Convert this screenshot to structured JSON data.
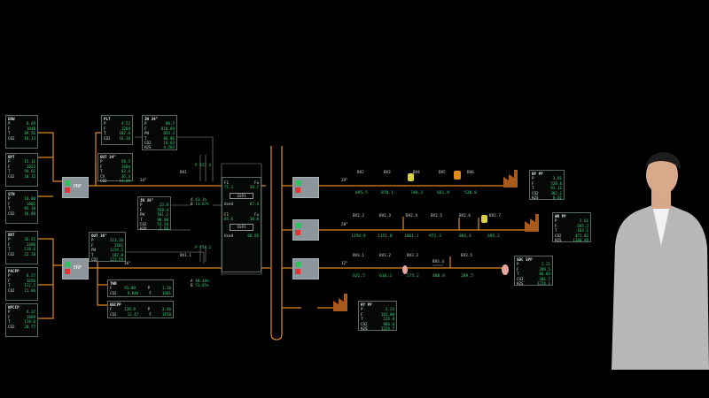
{
  "left_meters": [
    {
      "id": "ERW",
      "rows": [
        [
          "P",
          "8.69"
        ],
        [
          "F",
          "1048"
        ],
        [
          "T",
          "89.56"
        ],
        [
          "CO2",
          "18.13"
        ]
      ]
    },
    {
      "id": "BPT",
      "rows": [
        [
          "P",
          "15.11"
        ],
        [
          "F",
          "1022"
        ],
        [
          "T",
          "94.01"
        ],
        [
          "CO2",
          "18.12"
        ]
      ]
    },
    {
      "id": "STN",
      "rows": [
        [
          "P",
          "10.00"
        ],
        [
          "F",
          "1001"
        ],
        [
          "T",
          "85.10"
        ],
        [
          "CO2",
          "16.00"
        ]
      ]
    },
    {
      "id": "BRT",
      "rows": [
        [
          "P",
          "26.22"
        ],
        [
          "F",
          "1486"
        ],
        [
          "T",
          "118.6"
        ],
        [
          "CO2",
          "22.10"
        ]
      ]
    },
    {
      "id": "PACPP",
      "rows": [
        [
          "P",
          "8.37"
        ],
        [
          "F",
          "1656"
        ],
        [
          "T",
          "112.5"
        ],
        [
          "CO2",
          "21.06"
        ]
      ]
    },
    {
      "id": "NPCCP",
      "rows": [
        [
          "P",
          "8.37"
        ],
        [
          "F",
          "1689"
        ],
        [
          "T",
          "118.6"
        ],
        [
          "CO2",
          "20.77"
        ]
      ]
    }
  ],
  "pumps": {
    "top": "PRP",
    "bottom": "ERP"
  },
  "ptl": {
    "title": "PLT",
    "rows": [
      [
        "P",
        "4.52"
      ],
      [
        "F",
        "1204"
      ],
      [
        "T",
        "107.6"
      ],
      [
        "CO2",
        "16.36"
      ]
    ]
  },
  "in34a": {
    "title": "IN 34\"",
    "rows": [
      [
        "P",
        "80.5"
      ],
      [
        "F",
        "818.69"
      ],
      [
        "PH",
        "854.3"
      ],
      [
        "T",
        "86.86"
      ],
      [
        "CO2",
        "19.63"
      ],
      [
        "H2S",
        "4.283"
      ]
    ]
  },
  "out34": {
    "title": "OUT 34\"",
    "rows": [
      [
        "P",
        "50.5"
      ],
      [
        "F",
        "1604"
      ],
      [
        "T",
        "82.6"
      ],
      [
        "CV",
        "36.4"
      ],
      [
        "CO2",
        "14.09"
      ]
    ]
  },
  "in36": {
    "title": "IN 36\"",
    "rows": [
      [
        "P",
        "23.8"
      ],
      [
        "F",
        "550.4"
      ],
      [
        "PH",
        "501.2"
      ],
      [
        "T",
        "90.08"
      ],
      [
        "CO2",
        "52.58"
      ],
      [
        "H2O",
        "2.58"
      ]
    ]
  },
  "out36": {
    "title": "OUT 36\"",
    "rows": [
      [
        "P",
        "113.10"
      ],
      [
        "F",
        "1501"
      ],
      [
        "PH",
        "1214.5"
      ],
      [
        "T",
        "107.0"
      ],
      [
        "CO2",
        "121.59"
      ]
    ]
  },
  "twn": {
    "title": "TWN",
    "rows": [
      [
        "F",
        "91.00",
        "P",
        "1.16"
      ],
      [
        "CO2",
        "9.846",
        "F",
        "1481"
      ]
    ]
  },
  "becpp": {
    "title": "BECPP",
    "rows": [
      [
        "F",
        "120.8",
        "P",
        "3.46"
      ],
      [
        "CO2",
        "12.47",
        "F",
        "1158"
      ]
    ]
  },
  "header_valves": {
    "top": {
      "name": "BV1",
      "pressure": "P  817.4",
      "line_label": "34\""
    },
    "bottom": {
      "name": "BV3.1",
      "pressure": "P  754.2",
      "line_label": "36\""
    }
  },
  "ab_top": {
    "a_label": "A",
    "a_val": "43.1%",
    "b_label": "B",
    "b_val": "11.67%"
  },
  "ab_bottom": {
    "a_label": "A",
    "a_val": "48.48%",
    "b_label": "B",
    "b_val": "51.65%"
  },
  "gsp": {
    "col1": "F1",
    "col2": "Fu",
    "gsp1": {
      "name": "GSP1",
      "v1": "71.1",
      "v2": "30.7",
      "used": "87.4"
    },
    "gsp2": {
      "name": "GSP2",
      "v1": "85.6",
      "v2": "38.8",
      "used": "60.85"
    },
    "used_label": "Used"
  },
  "lines": [
    {
      "size": "29\"",
      "flow": "895.5",
      "valves": [
        {
          "name": "BV2",
          "val": "895.5"
        },
        {
          "name": "BV3",
          "val": "870.1"
        },
        {
          "name": "BV4",
          "val": "740.3"
        },
        {
          "name": "BV5",
          "val": "661.9"
        },
        {
          "name": "BV6",
          "val": "520.8"
        }
      ]
    },
    {
      "size": "20\"",
      "flow": "1250.9",
      "valves": [
        {
          "name": "BV2.2",
          "val": "1250.9"
        },
        {
          "name": "BV2.3",
          "val": "1151.8"
        },
        {
          "name": "BV2.4",
          "val": "1061.1"
        },
        {
          "name": "BV2.5",
          "val": "972.3"
        },
        {
          "name": "BV2.6",
          "val": "803.6"
        },
        {
          "name": "BV2.7",
          "val": "695.2"
        }
      ]
    },
    {
      "size": "12\"",
      "flow": "621.5",
      "valves": [
        {
          "name": "BV3.1",
          "val": "621.5"
        },
        {
          "name": "BV3.2",
          "val": "610.2"
        },
        {
          "name": "BV3.3",
          "val": "575.2"
        },
        {
          "name": "BV3.4",
          "val": "480.8"
        },
        {
          "name": "BV3.5",
          "val": "289.5"
        }
      ]
    }
  ],
  "plants": [
    {
      "name": "BP PP",
      "rows": [
        [
          "P",
          "3.81"
        ],
        [
          "F",
          "520.8"
        ],
        [
          "T",
          "93.11"
        ],
        [
          "CO2",
          "382.1"
        ],
        [
          "H2S",
          "6.01"
        ]
      ]
    },
    {
      "name": "WN PP",
      "rows": [
        [
          "P",
          "2.61"
        ],
        [
          "F",
          "695.2"
        ],
        [
          "T",
          "102.1"
        ],
        [
          "CO2",
          "471.82"
        ],
        [
          "H2S",
          "1180.40"
        ]
      ]
    },
    {
      "name": "SBC SPP",
      "rows": [
        [
          "P",
          "2.21"
        ],
        [
          "F",
          "289.5"
        ],
        [
          "T",
          "86.03"
        ],
        [
          "CO2",
          "301.7"
        ],
        [
          "H2S",
          "3224.1"
        ]
      ]
    },
    {
      "name": "RY PP",
      "rows": [
        [
          "P",
          "2.24"
        ],
        [
          "F",
          "162.00"
        ],
        [
          "T",
          "124.8"
        ],
        [
          "CO2",
          "966.0"
        ],
        [
          "H2S",
          "1524.7"
        ]
      ]
    }
  ],
  "colors": {
    "pipe": "#e08a1e",
    "valve_open": "#2fc25b",
    "valve_closed": "#e03434",
    "frame": "#5a6a62",
    "value": "#37d07a"
  }
}
